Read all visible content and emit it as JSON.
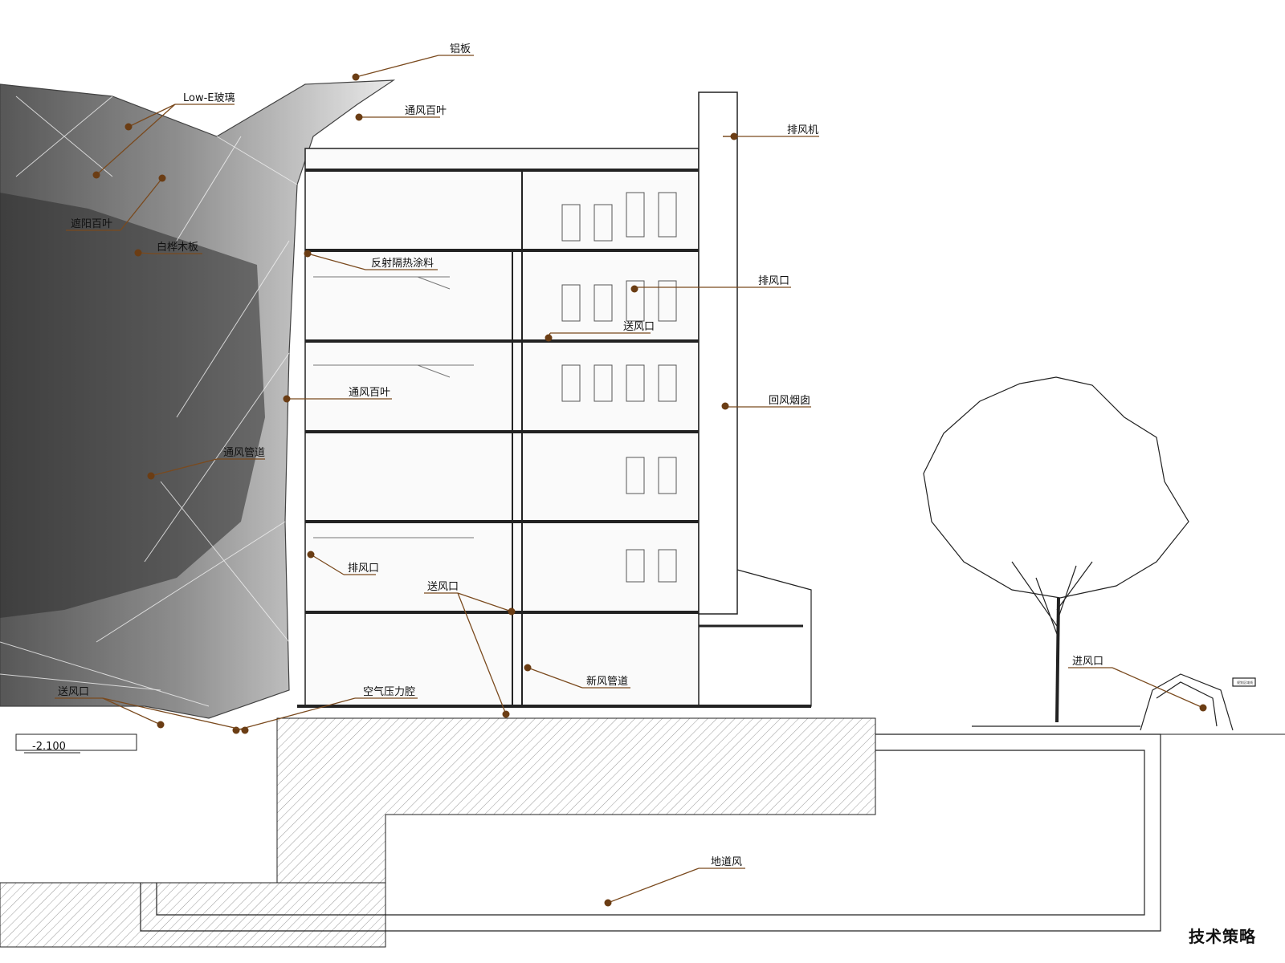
{
  "title": "技术策略",
  "elevation_mark": "-2.100",
  "small_note": "规划区域线",
  "colors": {
    "leader": "#7a4a1e",
    "dot": "#6b3d14",
    "line": "#222222",
    "hatch": "#9a9a9a"
  },
  "annotations": [
    {
      "id": "al-panel",
      "text": "铝板"
    },
    {
      "id": "low-e-glass",
      "text": "Low-E玻璃"
    },
    {
      "id": "vent-louver-top",
      "text": "通风百叶"
    },
    {
      "id": "exhaust-fan",
      "text": "排风机"
    },
    {
      "id": "sunshade-louver",
      "text": "遮阳百叶"
    },
    {
      "id": "birch-board",
      "text": "白桦木板"
    },
    {
      "id": "reflective-coating",
      "text": "反射隔热涂料"
    },
    {
      "id": "exhaust-vent-upper",
      "text": "排风口"
    },
    {
      "id": "supply-vent-upper",
      "text": "送风口"
    },
    {
      "id": "vent-louver-mid",
      "text": "通风百叶"
    },
    {
      "id": "return-chimney",
      "text": "回风烟囱"
    },
    {
      "id": "vent-duct",
      "text": "通风管道"
    },
    {
      "id": "exhaust-vent-lower",
      "text": "排风口"
    },
    {
      "id": "supply-vent-lower",
      "text": "送风口"
    },
    {
      "id": "fresh-air-duct",
      "text": "新风管道"
    },
    {
      "id": "air-plenum",
      "text": "空气压力腔"
    },
    {
      "id": "supply-vent-left",
      "text": "送风口"
    },
    {
      "id": "air-inlet",
      "text": "进风口"
    },
    {
      "id": "underground-air",
      "text": "地道风"
    }
  ]
}
